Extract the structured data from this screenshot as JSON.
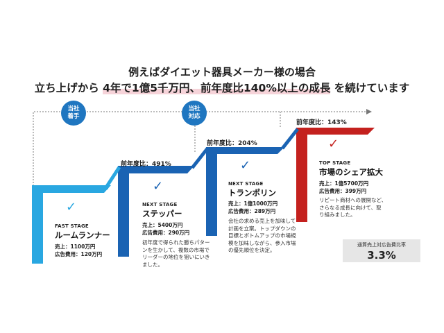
{
  "heading": {
    "line1": "例えばダイエット器具メーカー様の場合",
    "line2_pre": "立ち上げから ",
    "line2_highlight": "4年で1億5千万円、前年度比140%以上の成長",
    "line2_post": " を続けています"
  },
  "markers": [
    {
      "line1": "当社",
      "line2": "着手"
    },
    {
      "line1": "当社",
      "line2": "対応"
    }
  ],
  "colors": {
    "stage1": "#29a7e1",
    "stage2": "#1a63b3",
    "stage3": "#1a63b3",
    "stage4": "#c4211e",
    "marker": "#1f76c0"
  },
  "stages": [
    {
      "growth": "",
      "en": "FAST STAGE",
      "jp": "ルームランナー",
      "sales": "売上：1100万円",
      "ad": "広告費用：120万円",
      "desc": [],
      "check_icon": "check-icon"
    },
    {
      "growth": "前年度比：491%",
      "en": "NEXT STAGE",
      "jp": "ステッパー",
      "sales": "売上：5400万円",
      "ad": "広告費用：290万円",
      "desc": [
        "初年度で得られた勝ちパター",
        "ンを生かして、複数の市場で",
        "リーダーの地位を狙いにいき",
        "ました。"
      ],
      "check_icon": "check-icon"
    },
    {
      "growth": "前年度比：204%",
      "en": "NEXT STAGE",
      "jp": "トランポリン",
      "sales": "売上：1億1000万円",
      "ad": "広告費用：289万円",
      "desc": [
        "会社の求める売上を加味して",
        "計画を立案。トップダウンの",
        "目標とボトムアップの市場規",
        "模を加味しながら、参入市場",
        "の優先順位を決定。"
      ],
      "check_icon": "check-icon"
    },
    {
      "growth": "前年度比：143%",
      "en": "TOP STAGE",
      "jp": "市場のシェア拡大",
      "sales": "売上：1億5700万円",
      "ad": "広告費用：399万円",
      "desc": [
        "リピート商材への展開など、",
        "さらなる成長に向けて、取",
        "り組みました。"
      ],
      "check_icon": "check-icon"
    }
  ],
  "summary": {
    "label": "通算売上対広告費比率",
    "value": "3.3%"
  }
}
